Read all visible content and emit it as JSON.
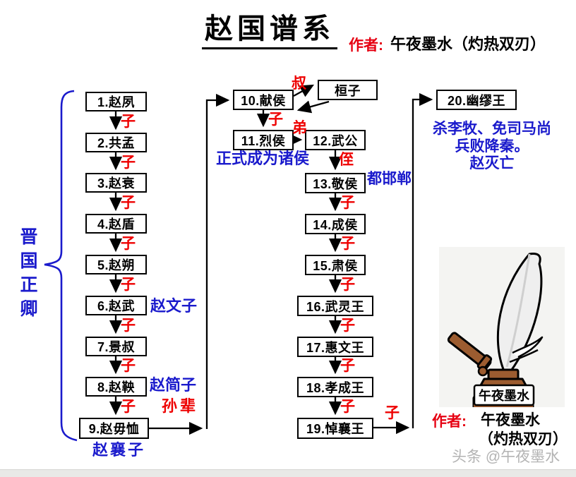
{
  "header": {
    "title": "赵国谱系",
    "author_label": "作者:",
    "author_name": "午夜墨水",
    "author_alias": "（灼热双刃）",
    "author_full": "午夜墨水（灼热双刃）"
  },
  "left_column": {
    "side_label": "晋国正卿",
    "nodes": [
      "1.赵夙",
      "2.共孟",
      "3.赵衰",
      "4.赵盾",
      "5.赵朔",
      "6.赵武",
      "7.景叔",
      "8.赵鞅",
      "9.赵毋恤"
    ],
    "edge_labels": [
      "子",
      "子",
      "子",
      "子",
      "子",
      "子",
      "子",
      "子"
    ],
    "note_zhao_wenzi": "赵文子",
    "note_zhao_jianzi": "赵简子",
    "note_grandson": "孙辈",
    "note_zhao_xiangzi": "赵襄子"
  },
  "middle_column": {
    "node_10": "10.献侯",
    "node_huanzi": "桓子",
    "node_11": "11.烈侯",
    "node_12": "12.武公",
    "nodes_13_19": [
      "13.敬侯",
      "14.成侯",
      "15.肃侯",
      "16.武灵王",
      "17.惠文王",
      "18.孝成王",
      "19.悼襄王"
    ],
    "edge_uncle": "叔",
    "edge_son_10_11": "子",
    "edge_brother": "弟",
    "edge_nephew": "侄",
    "edge_sons_13_19": [
      "子",
      "子",
      "子",
      "子",
      "子",
      "子"
    ],
    "edge_son_19_20": "子",
    "note_lords": "正式成为诸侯",
    "note_capital": "都邯郸"
  },
  "right_column": {
    "node_20": "20.幽缪王",
    "note_lines": [
      "杀李牧、免司马尚",
      "兵败降秦。",
      "赵灭亡"
    ]
  },
  "footer": {
    "author_label": "作者:",
    "author_name": "午夜墨水",
    "author_alias": "（灼热双刃）",
    "watermark": "头条 @午夜墨水"
  },
  "illustration": {
    "ink_label": "午夜墨水"
  },
  "colors": {
    "annotation_blue": "#1a1acc",
    "relation_red": "#ee0000",
    "author_red": "#e60012",
    "bottle_brown": "#9c5c30",
    "bottom_bar": "#e9e9e7"
  }
}
